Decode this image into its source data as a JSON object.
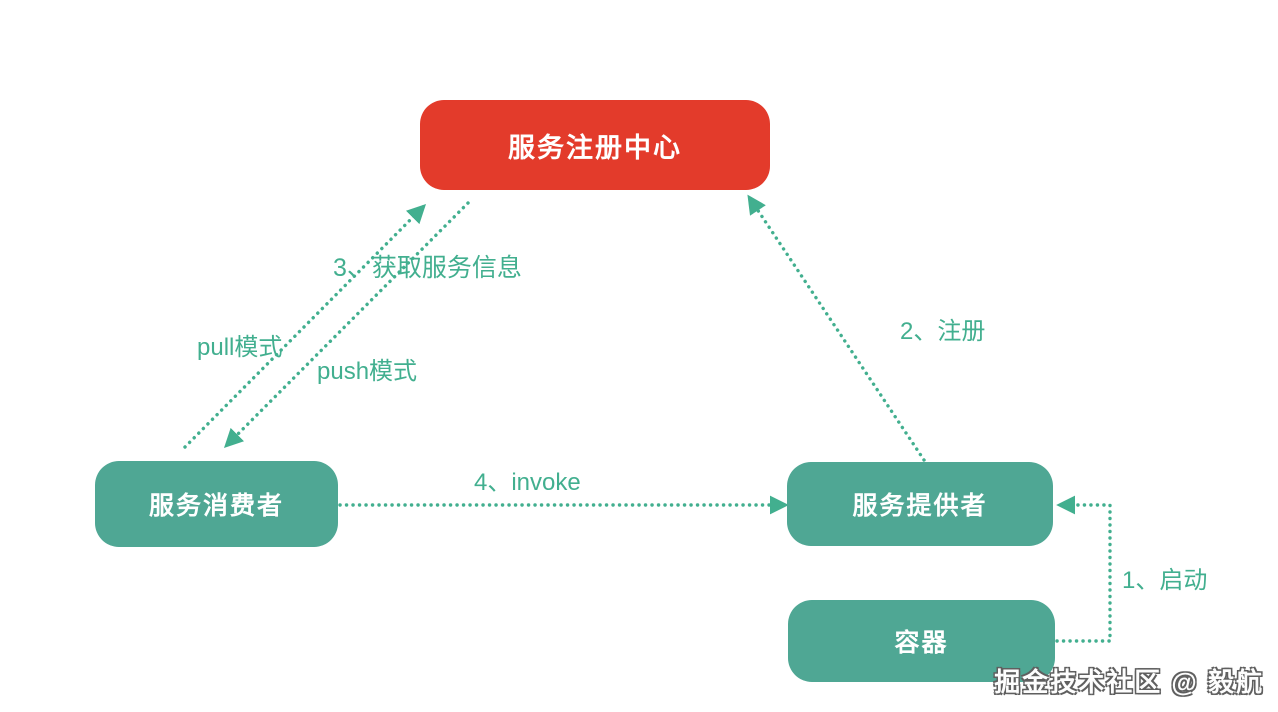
{
  "diagram": {
    "nodes": {
      "registry": {
        "label": "服务注册中心"
      },
      "consumer": {
        "label": "服务消费者"
      },
      "provider": {
        "label": "服务提供者"
      },
      "container": {
        "label": "容器"
      }
    },
    "edges": {
      "start": {
        "label": "1、启动",
        "from": "container",
        "to": "provider"
      },
      "register": {
        "label": "2、注册",
        "from": "provider",
        "to": "registry"
      },
      "fetch": {
        "label": "3、获取服务信息",
        "from": "consumer",
        "to": "registry"
      },
      "pull": {
        "label": "pull模式",
        "from": "consumer",
        "to": "registry"
      },
      "push": {
        "label": "push模式",
        "from": "registry",
        "to": "consumer"
      },
      "invoke": {
        "label": "4、invoke",
        "from": "consumer",
        "to": "provider"
      }
    },
    "watermark": "掘金技术社区 @ 毅航",
    "colors": {
      "registry": "#E33B2B",
      "node": "#4FA794",
      "edge": "#42AF8F",
      "background": "#FFFFFF"
    }
  }
}
